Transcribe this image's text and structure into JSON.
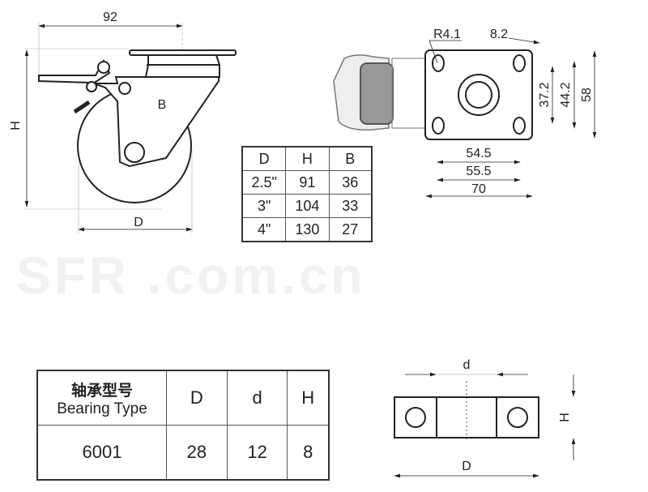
{
  "watermark": "SFR .com.cn",
  "side_view": {
    "width_label": "92",
    "height_label": "H",
    "offset_label": "B",
    "wheel_label": "D"
  },
  "top_view": {
    "radius_label": "R4.1",
    "slot_label": "8.2",
    "hole_spacing_y_inner": "37.2",
    "hole_spacing_y_outer": "44.2",
    "plate_height": "58",
    "hole_spacing_x_inner": "54.5",
    "hole_spacing_x_outer": "55.5",
    "plate_width": "70"
  },
  "size_table": {
    "headers": [
      "D",
      "H",
      "B"
    ],
    "rows": [
      [
        "2.5\"",
        "91",
        "36"
      ],
      [
        "3\"",
        "104",
        "33"
      ],
      [
        "4\"",
        "130",
        "27"
      ]
    ]
  },
  "bearing_table": {
    "header_cn": "轴承型号",
    "header_en": "Bearing Type",
    "headers": [
      "D",
      "d",
      "H"
    ],
    "row": [
      "6001",
      "28",
      "12",
      "8"
    ]
  },
  "bearing_view": {
    "inner_label": "d",
    "outer_label": "D",
    "height_label": "H"
  }
}
